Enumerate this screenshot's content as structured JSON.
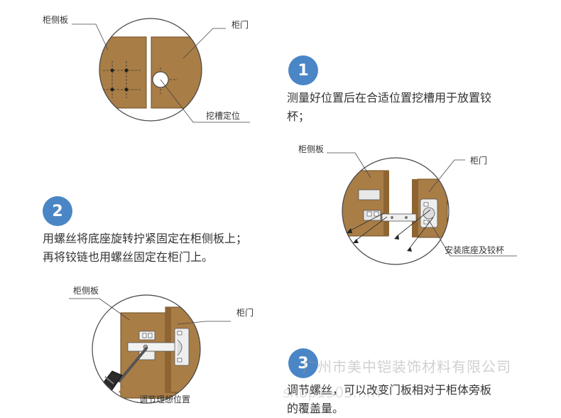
{
  "labels": {
    "d1_side": "柜侧板",
    "d1_door": "柜门",
    "d1_groove": "挖槽定位",
    "d2_side": "柜侧板",
    "d2_door": "柜门",
    "d2_install": "安装底座及铰杯",
    "d3_side": "柜侧板",
    "d3_door": "柜门",
    "d3_adjust": "调节理想位置"
  },
  "steps": [
    {
      "number": "1",
      "lines": [
        "测量好位置后在合适位置挖槽用于放置铰",
        "杯；"
      ]
    },
    {
      "number": "2",
      "lines": [
        "用螺丝将底座旋转拧紧固定在柜侧板上；",
        "再将铰链也用螺丝固定在柜门上。"
      ]
    },
    {
      "number": "3",
      "lines": [
        "调节螺丝，可以改变门板相对于柜体旁板",
        "的覆盖量。"
      ]
    }
  ],
  "watermark": {
    "company": "广州市美中铠装饰材料有限公司",
    "url": "shop1505...m"
  },
  "colors": {
    "badge": "#4a86c5",
    "wood": "#a97d46",
    "wood_dark": "#8e6532",
    "line": "#444444"
  }
}
